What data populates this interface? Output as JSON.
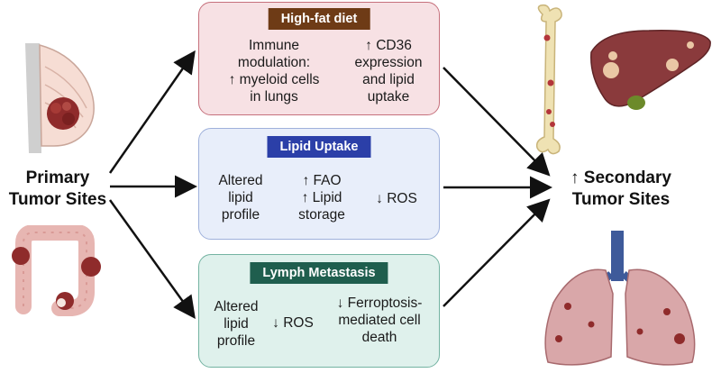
{
  "primary": {
    "line1": "Primary",
    "line2": "Tumor Sites"
  },
  "secondary": {
    "line1": "↑ Secondary",
    "line2": "Tumor Sites"
  },
  "boxes": [
    {
      "title": "High-fat diet",
      "fill": "#f7e1e4",
      "border": "#c6707c",
      "title_bg": "#6e3b16",
      "left_text": [
        "Immune",
        "modulation:",
        "↑ myeloid cells",
        "in lungs"
      ],
      "right_text": [
        "↑ CD36",
        "expression",
        "and lipid",
        "uptake"
      ]
    },
    {
      "title": "Lipid Uptake",
      "fill": "#e8eefa",
      "border": "#9fb1db",
      "title_bg": "#2b3fa8",
      "cols": [
        [
          "Altered",
          "lipid",
          "profile"
        ],
        [
          "↑ FAO",
          "↑ Lipid",
          "storage"
        ],
        [
          "↓ ROS"
        ]
      ]
    },
    {
      "title": "Lymph Metastasis",
      "fill": "#dff1ec",
      "border": "#74b3a2",
      "title_bg": "#1f5e4e",
      "cols": [
        [
          "Altered",
          "lipid",
          "profile"
        ],
        [
          "↓ ROS"
        ],
        [
          "↓ Ferroptosis-",
          "mediated cell",
          "death"
        ]
      ]
    }
  ],
  "colors": {
    "arrow": "#111111",
    "flesh": "#f2c9c4",
    "tumor": "#8f2b2b",
    "bone": "#efe2b3",
    "liver": "#8a3a3c",
    "lung": "#d9a7a9",
    "trachea": "#3e5a9a"
  },
  "icons": {
    "breast": "breast-tumor-icon",
    "colon": "colon-tumor-icon",
    "bone": "bone-metastasis-icon",
    "liver": "liver-metastasis-icon",
    "lungs": "lung-metastasis-icon"
  }
}
